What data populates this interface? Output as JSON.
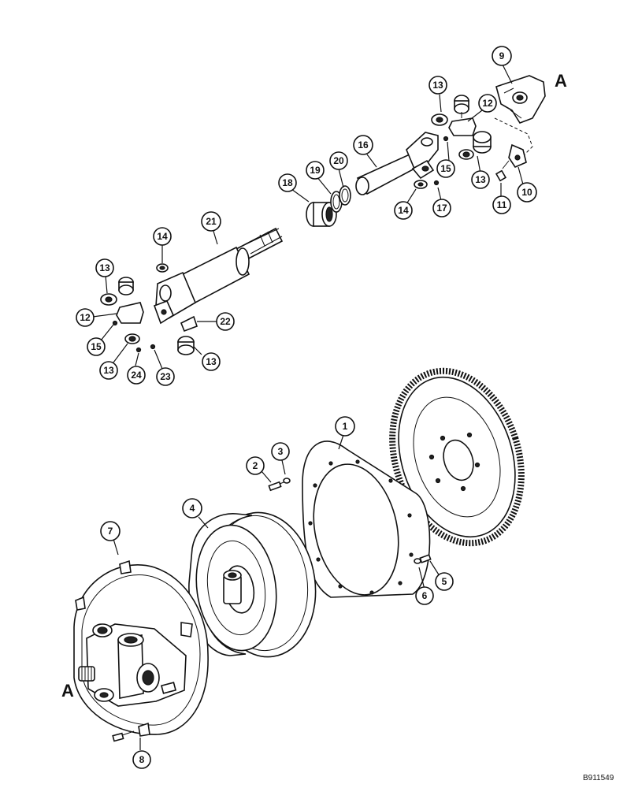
{
  "diagram": {
    "reference_marks": [
      "A",
      "A"
    ],
    "drawing_id": "B911549",
    "callouts": [
      {
        "id": "c1",
        "label": "1"
      },
      {
        "id": "c2",
        "label": "2"
      },
      {
        "id": "c3",
        "label": "3"
      },
      {
        "id": "c4",
        "label": "4"
      },
      {
        "id": "c5",
        "label": "5"
      },
      {
        "id": "c6",
        "label": "6"
      },
      {
        "id": "c7",
        "label": "7"
      },
      {
        "id": "c8",
        "label": "8"
      },
      {
        "id": "c9",
        "label": "9"
      },
      {
        "id": "c10",
        "label": "10"
      },
      {
        "id": "c11",
        "label": "11"
      },
      {
        "id": "c12a",
        "label": "12"
      },
      {
        "id": "c12b",
        "label": "12"
      },
      {
        "id": "c13a",
        "label": "13"
      },
      {
        "id": "c13b",
        "label": "13"
      },
      {
        "id": "c13c",
        "label": "13"
      },
      {
        "id": "c13d",
        "label": "13"
      },
      {
        "id": "c13e",
        "label": "13"
      },
      {
        "id": "c14a",
        "label": "14"
      },
      {
        "id": "c14b",
        "label": "14"
      },
      {
        "id": "c15a",
        "label": "15"
      },
      {
        "id": "c15b",
        "label": "15"
      },
      {
        "id": "c16",
        "label": "16"
      },
      {
        "id": "c17",
        "label": "17"
      },
      {
        "id": "c18",
        "label": "18"
      },
      {
        "id": "c19",
        "label": "19"
      },
      {
        "id": "c20",
        "label": "20"
      },
      {
        "id": "c21",
        "label": "21"
      },
      {
        "id": "c22",
        "label": "22"
      },
      {
        "id": "c23",
        "label": "23"
      },
      {
        "id": "c24",
        "label": "24"
      }
    ]
  }
}
